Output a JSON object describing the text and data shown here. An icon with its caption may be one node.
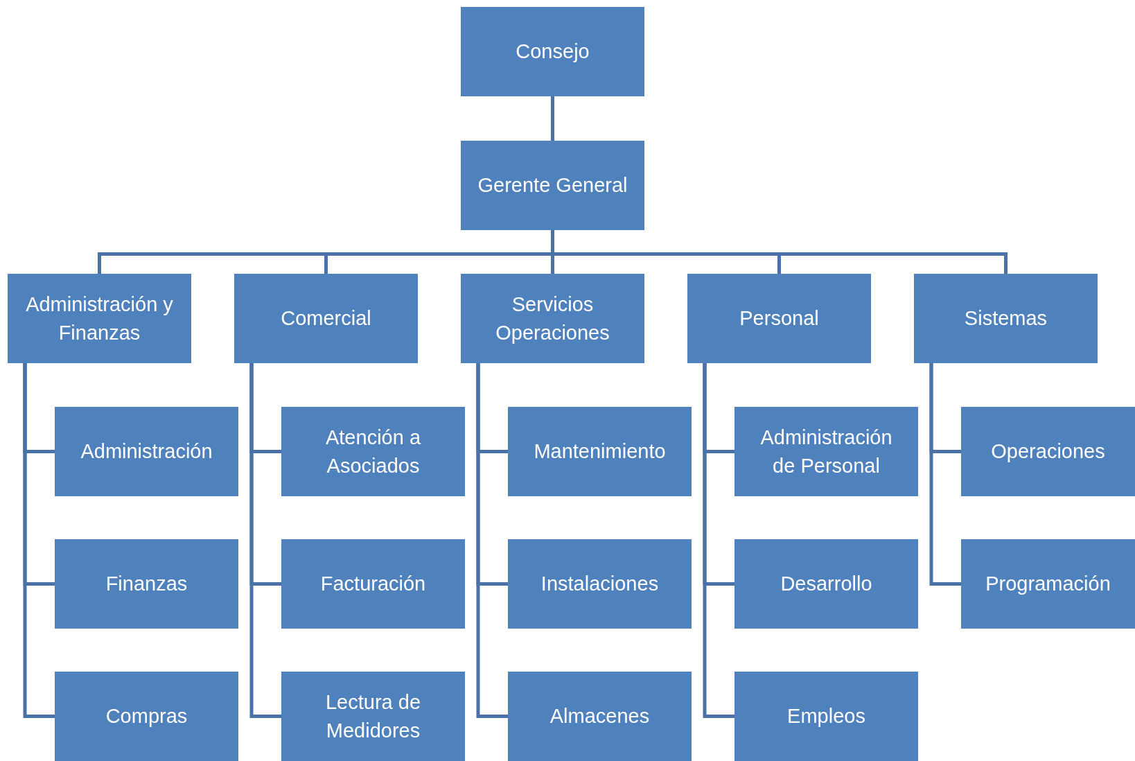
{
  "diagram": {
    "nodes": [
      {
        "text": [
          "Consejo"
        ]
      },
      {
        "text": [
          "Gerente General"
        ]
      },
      {
        "text": [
          "Administración y Finanzas"
        ]
      },
      {
        "text": [
          "Comercial"
        ]
      },
      {
        "text": [
          "Servicios Operaciones"
        ]
      },
      {
        "text": [
          "Personal"
        ]
      },
      {
        "text": [
          "Sistemas"
        ]
      },
      {
        "text": [
          "Administración"
        ]
      },
      {
        "text": [
          "Finanzas"
        ]
      },
      {
        "text": [
          "Compras"
        ]
      },
      {
        "text": [
          "Atención a Asociados"
        ]
      },
      {
        "text": [
          "Facturación"
        ]
      },
      {
        "text": [
          "Lectura de Medidores"
        ]
      },
      {
        "text": [
          "Mantenimiento"
        ]
      },
      {
        "text": [
          "Instalaciones"
        ]
      },
      {
        "text": [
          "Almacenes"
        ]
      },
      {
        "text": [
          "Administración de Personal"
        ]
      },
      {
        "text": [
          "Desarrollo"
        ]
      },
      {
        "text": [
          "Empleos"
        ]
      },
      {
        "text": [
          "Operaciones"
        ]
      },
      {
        "text": [
          "Programación"
        ]
      }
    ],
    "edges": [
      {
        "from": 0,
        "to": 1,
        "arrow": "none"
      },
      {
        "from": 1,
        "to": 2,
        "arrow": "none"
      },
      {
        "from": 1,
        "to": 3,
        "arrow": "none"
      },
      {
        "from": 1,
        "to": 4,
        "arrow": "none"
      },
      {
        "from": 1,
        "to": 5,
        "arrow": "none"
      },
      {
        "from": 1,
        "to": 6,
        "arrow": "none"
      },
      {
        "from": 2,
        "to": 7,
        "arrow": "none"
      },
      {
        "from": 2,
        "to": 8,
        "arrow": "none"
      },
      {
        "from": 2,
        "to": 9,
        "arrow": "none"
      },
      {
        "from": 3,
        "to": 10,
        "arrow": "none"
      },
      {
        "from": 3,
        "to": 11,
        "arrow": "none"
      },
      {
        "from": 3,
        "to": 12,
        "arrow": "none"
      },
      {
        "from": 4,
        "to": 13,
        "arrow": "none"
      },
      {
        "from": 4,
        "to": 14,
        "arrow": "none"
      },
      {
        "from": 4,
        "to": 15,
        "arrow": "none"
      },
      {
        "from": 5,
        "to": 16,
        "arrow": "none"
      },
      {
        "from": 5,
        "to": 17,
        "arrow": "none"
      },
      {
        "from": 5,
        "to": 18,
        "arrow": "none"
      },
      {
        "from": 6,
        "to": 19,
        "arrow": "none"
      },
      {
        "from": 6,
        "to": 20,
        "arrow": "none"
      }
    ]
  }
}
